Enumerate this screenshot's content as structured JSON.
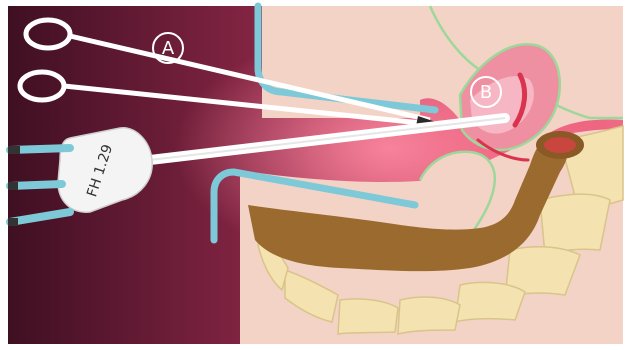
{
  "labels": {
    "a": "A",
    "b": "B",
    "device": "FH 1.29"
  },
  "colors": {
    "background_dark": "#4a1326",
    "background_mid": "#9b2c4c",
    "background_light": "#e95a7a",
    "tissue": "#f3d4c8",
    "outline_green": "#9cd59a",
    "speculum_blue": "#7ec9d8",
    "uterus_pink": "#ef8ea1",
    "uterus_red": "#d9334d",
    "bowel_brown": "#9a6a2e",
    "spine_cream": "#f4e3b2",
    "instrument_white": "#ffffff"
  }
}
